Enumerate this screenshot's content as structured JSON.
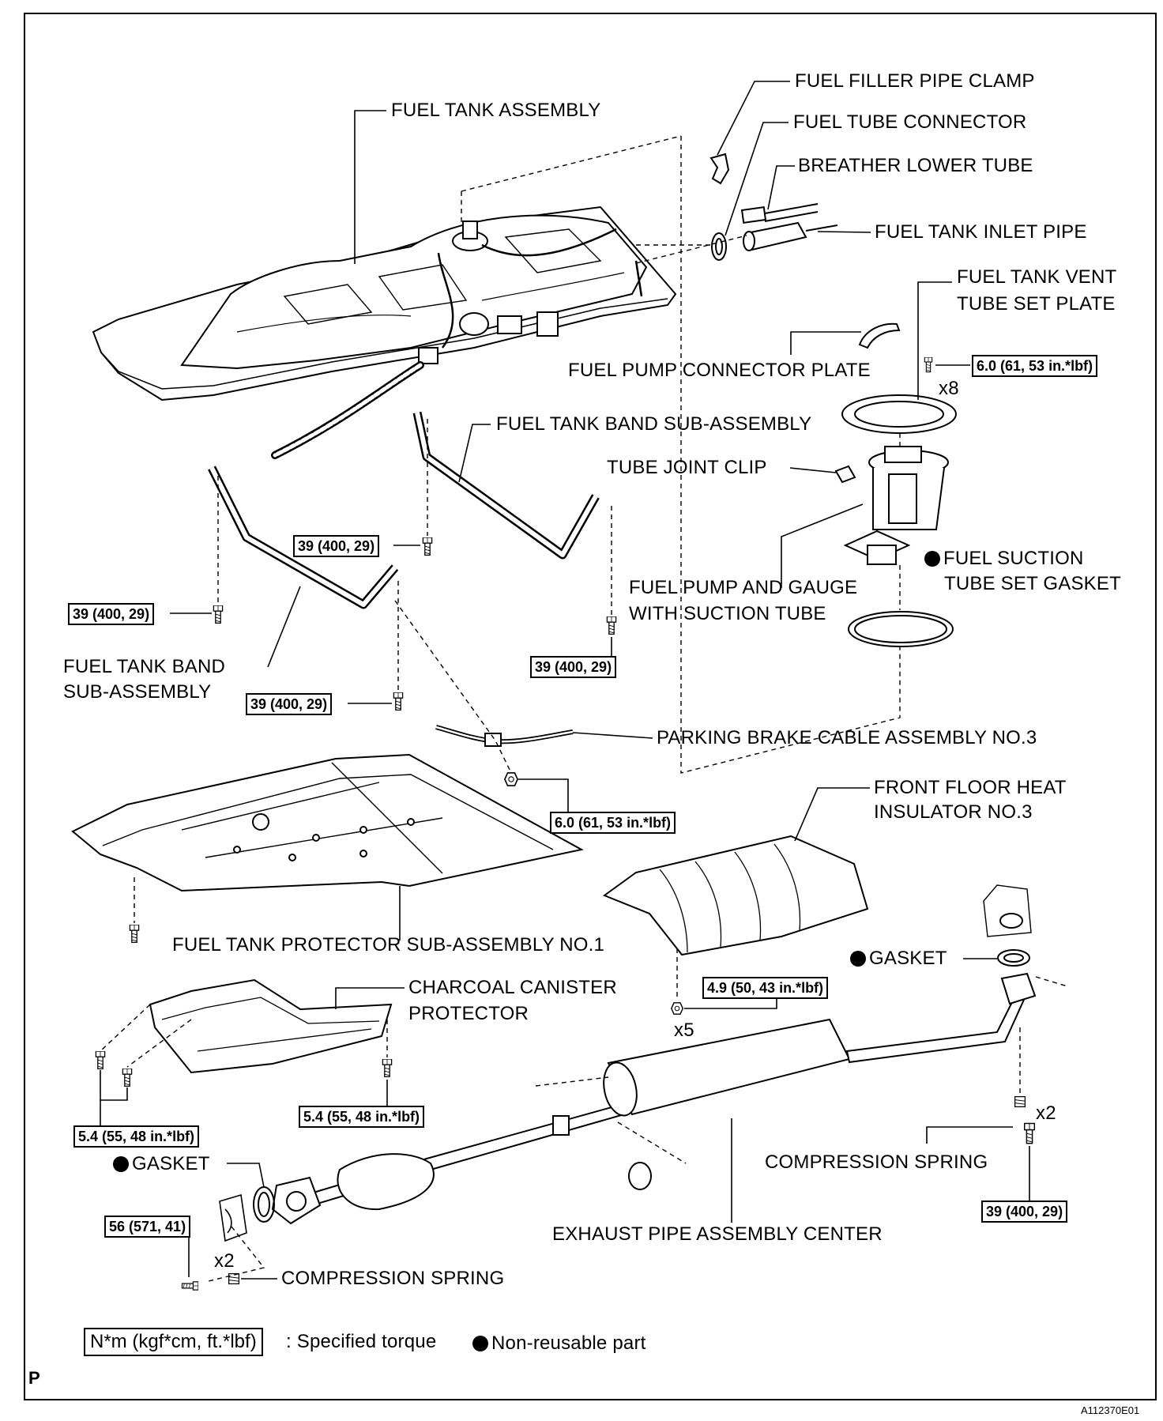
{
  "colors": {
    "ink": "#000000",
    "paper": "#ffffff"
  },
  "labels": {
    "fuel_filler_pipe_clamp": "FUEL FILLER PIPE CLAMP",
    "fuel_tube_connector": "FUEL TUBE CONNECTOR",
    "breather_lower_tube": "BREATHER LOWER TUBE",
    "fuel_tank_inlet_pipe": "FUEL TANK INLET PIPE",
    "fuel_tank_vent_line1": "FUEL TANK VENT",
    "fuel_tank_vent_line2": "TUBE SET PLATE",
    "fuel_tank_assembly": "FUEL TANK ASSEMBLY",
    "fuel_pump_connector_plate": "FUEL PUMP CONNECTOR PLATE",
    "fuel_tank_band_right": "FUEL TANK BAND SUB-ASSEMBLY",
    "tube_joint_clip": "TUBE JOINT CLIP",
    "fuel_suction_line1": "FUEL SUCTION",
    "fuel_suction_line2": "TUBE SET GASKET",
    "fuel_pump_gauge_line1": "FUEL PUMP AND GAUGE",
    "fuel_pump_gauge_line2": "WITH SUCTION TUBE",
    "fuel_tank_band_left_line1": "FUEL TANK BAND",
    "fuel_tank_band_left_line2": "SUB-ASSEMBLY",
    "parking_brake_cable": "PARKING BRAKE CABLE ASSEMBLY NO.3",
    "front_floor_heat_line1": "FRONT FLOOR HEAT",
    "front_floor_heat_line2": "INSULATOR NO.3",
    "fuel_tank_protector": "FUEL TANK PROTECTOR SUB-ASSEMBLY NO.1",
    "gasket_right": "GASKET",
    "charcoal_canister_line1": "CHARCOAL CANISTER",
    "charcoal_canister_line2": "PROTECTOR",
    "compression_spring_right": "COMPRESSION SPRING",
    "exhaust_pipe_center": "EXHAUST PIPE ASSEMBLY CENTER",
    "compression_spring_bottom": "COMPRESSION SPRING",
    "gasket_bottom": "GASKET"
  },
  "counts": {
    "vent_plate_bolts": "x8",
    "insulator_nuts": "x5",
    "spring_right": "x2",
    "spring_bottom": "x2"
  },
  "torque": {
    "vent_plate": "6.0 (61, 53 in.*lbf)",
    "band_right_front": "39 (400, 29)",
    "band_left_rear": "39 (400, 29)",
    "band_right_rear": "39 (400, 29)",
    "band_left_front": "39 (400, 29)",
    "cable_nut": "6.0 (61, 53 in.*lbf)",
    "insulator": "4.9 (50, 43 in.*lbf)",
    "canister_right": "5.4 (55, 48 in.*lbf)",
    "canister_left": "5.4 (55, 48 in.*lbf)",
    "exhaust_rear": "39 (400, 29)",
    "exhaust_front": "56 (571, 41)"
  },
  "legend": {
    "torque_units": "N*m (kgf*cm, ft.*lbf)",
    "torque_text": ": Specified torque",
    "nonreusable_text": "Non-reusable part"
  },
  "corner": {
    "page_letter": "P",
    "figure_code": "A112370E01"
  }
}
